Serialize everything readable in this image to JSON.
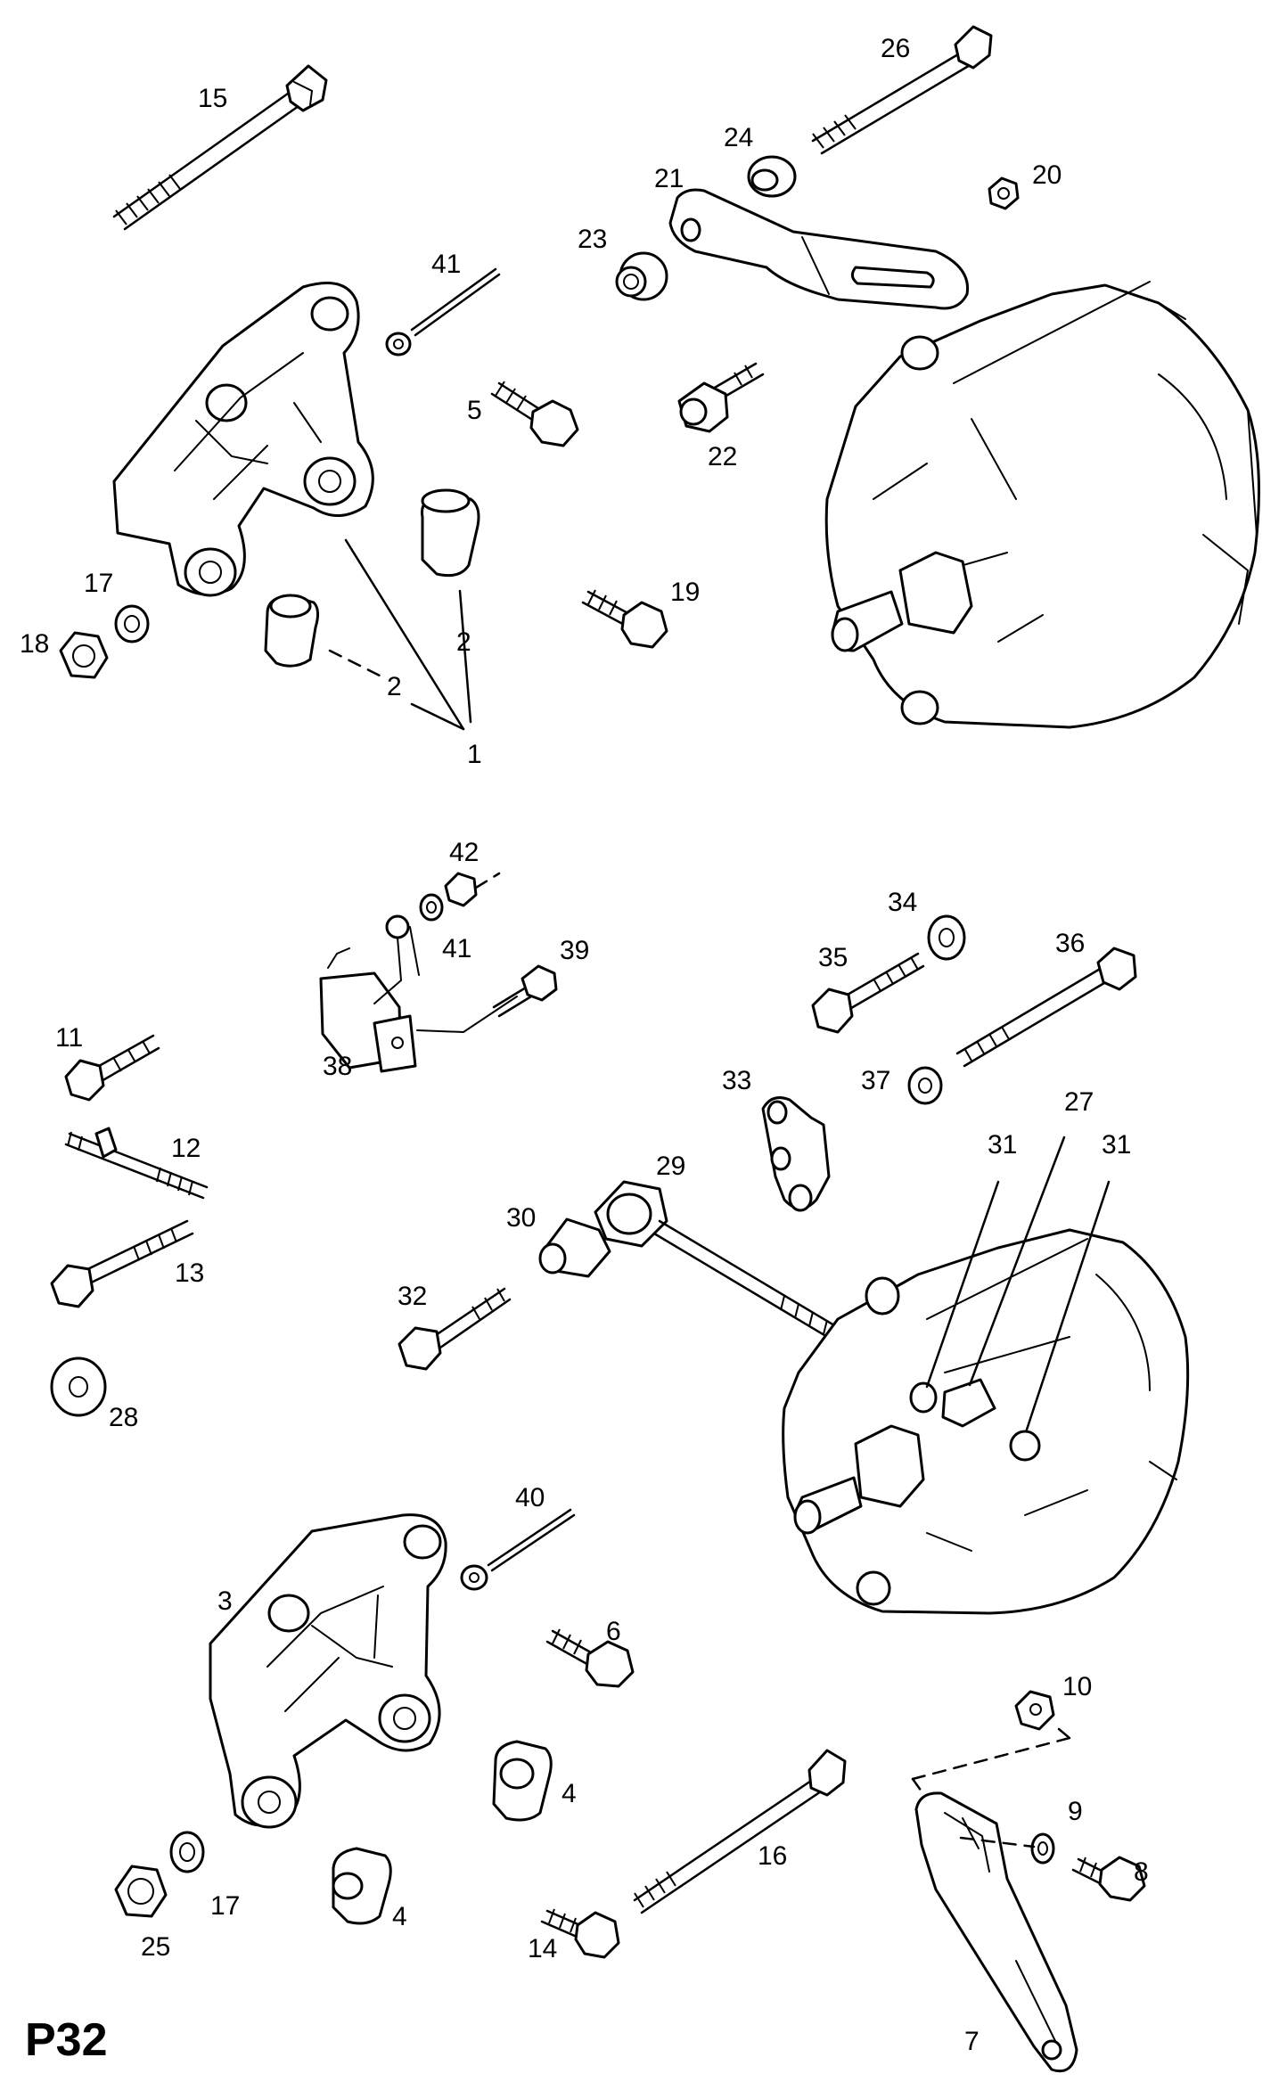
{
  "page_code": "P32",
  "labels": {
    "l1": "1",
    "l2a": "2",
    "l2b": "2",
    "l3": "3",
    "l4a": "4",
    "l4b": "4",
    "l5": "5",
    "l6": "6",
    "l7": "7",
    "l8": "8",
    "l9": "9",
    "l10": "10",
    "l11": "11",
    "l12": "12",
    "l13": "13",
    "l14": "14",
    "l15": "15",
    "l16": "16",
    "l17a": "17",
    "l17b": "17",
    "l18": "18",
    "l19": "19",
    "l20": "20",
    "l21": "21",
    "l22": "22",
    "l23": "23",
    "l24": "24",
    "l25": "25",
    "l26": "26",
    "l27": "27",
    "l28": "28",
    "l29": "29",
    "l30": "30",
    "l31a": "31",
    "l31b": "31",
    "l32": "32",
    "l33": "33",
    "l34": "34",
    "l35": "35",
    "l36": "36",
    "l37": "37",
    "l38": "38",
    "l39": "39",
    "l40": "40",
    "l41a": "41",
    "l41b": "41",
    "l42": "42"
  }
}
